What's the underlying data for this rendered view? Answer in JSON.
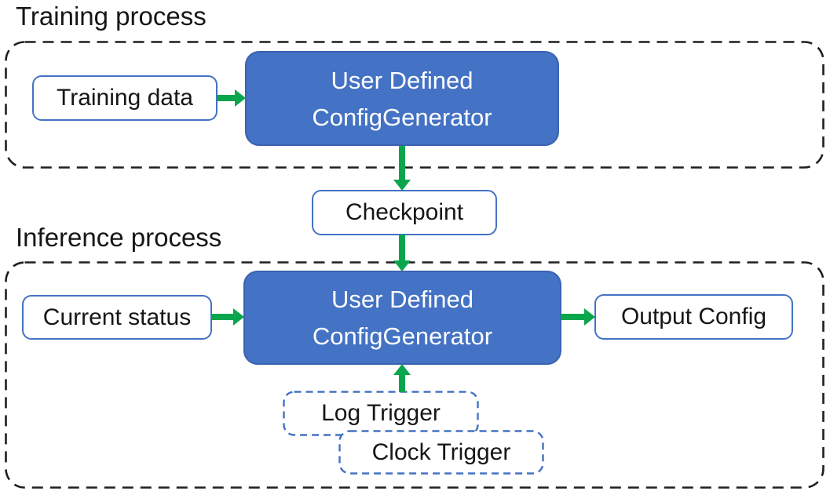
{
  "colors": {
    "arrow_green": "#0AA64E",
    "node_border_blue": "#4472C4",
    "generator_fill_blue": "#4472C4",
    "generator_border_blue": "#3A62B0",
    "trigger_dash_blue": "#4472C4",
    "container_dash_black": "#1F1F1F",
    "text_black": "#161616",
    "generator_text_white": "#FFFFFF"
  },
  "training": {
    "label": "Training process",
    "input_box": "Training data",
    "generator": {
      "line1": "User Defined",
      "line2": "ConfigGenerator"
    }
  },
  "checkpoint_box": "Checkpoint",
  "inference": {
    "label": "Inference process",
    "input_box": "Current status",
    "generator": {
      "line1": "User Defined",
      "line2": "ConfigGenerator"
    },
    "output_box": "Output Config",
    "log_trigger_box": "Log Trigger",
    "clock_trigger_box": "Clock Trigger"
  }
}
